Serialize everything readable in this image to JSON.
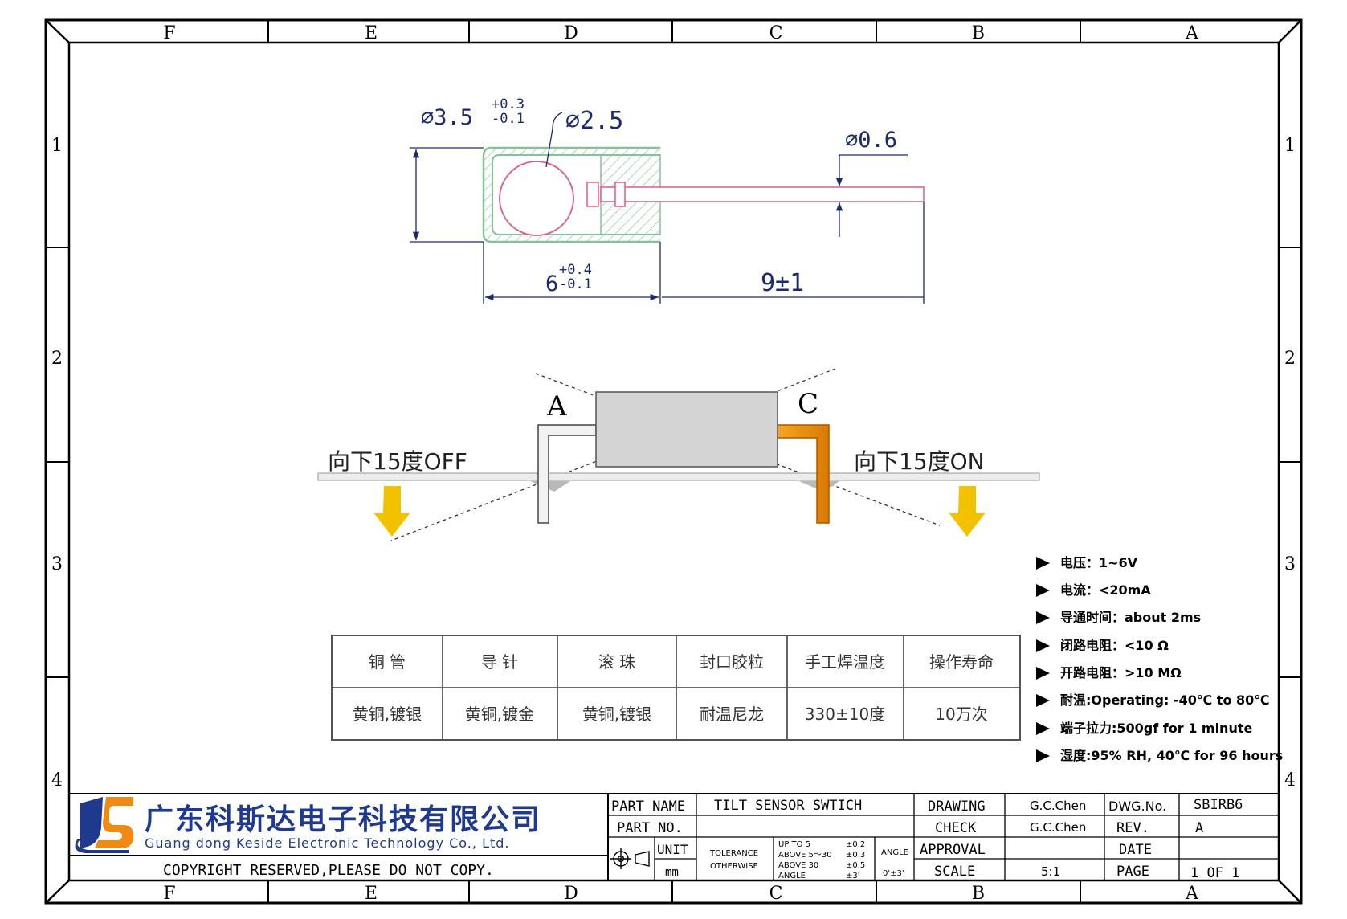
{
  "frame": {
    "columns_top": [
      "F",
      "E",
      "D",
      "C",
      "B",
      "A"
    ],
    "columns_bottom": [
      "F",
      "E",
      "D",
      "C",
      "B",
      "A"
    ],
    "rows_left": [
      "1",
      "2",
      "3",
      "4"
    ],
    "rows_right": [
      "1",
      "2",
      "3",
      "4"
    ]
  },
  "dimensions": {
    "outer_dia": "∅3.5",
    "outer_tol_plus": "+0.3",
    "outer_tol_minus": "-0.1",
    "ball_dia": "∅2.5",
    "pin_dia": "∅0.6",
    "body_len": "6",
    "body_tol_plus": "+0.4",
    "body_tol_minus": "-0.1",
    "pin_len": "9±1"
  },
  "tilt": {
    "label_a": "A",
    "label_c": "C",
    "off_text": "向下15度OFF",
    "on_text": "向下15度ON"
  },
  "specs": [
    "电压：1~6V",
    "电流：<20mA",
    "导通时间：about 2ms",
    "闭路电阻：<10 Ω",
    "开路电阻：>10 MΩ",
    "耐温:Operating: -40℃ to 80℃",
    "端子拉力:500gf for 1 minute",
    "湿度:95% RH, 40℃ for 96 hours"
  ],
  "materials": {
    "headers": [
      "铜 管",
      "导 针",
      "滚 珠",
      "封口胶粒",
      "手工焊温度",
      "操作寿命"
    ],
    "values": [
      "黄铜,镀银",
      "黄铜,镀金",
      "黄铜,镀银",
      "耐温尼龙",
      "330±10度",
      "10万次"
    ]
  },
  "title_block": {
    "company_cn": "广东科斯达电子科技有限公司",
    "company_en": "Guang dong Keside  Electronic Technology Co., Ltd.",
    "copyright": "COPYRIGHT RESERVED,PLEASE DO NOT COPY.",
    "part_name_label": "PART NAME",
    "part_name": "TILT SENSOR SWTICH",
    "part_no_label": "PART NO.",
    "unit_label": "UNIT",
    "unit_value": "mm",
    "tolerance_label_1": "TOLERANCE",
    "tolerance_label_2": "OTHERWISE",
    "tol_rows": [
      {
        "range": "UP TO 5",
        "value": "±0.2"
      },
      {
        "range": "ABOVE 5～30",
        "value": "±0.3"
      },
      {
        "range": "ABOVE 30",
        "value": "±0.5"
      },
      {
        "range": "ANGLE",
        "value": "±3'"
      }
    ],
    "angle_label": "ANGLE",
    "angle_value": "0'±3'",
    "drawing_label": "DRAWING",
    "drawing_by": "G.C.Chen",
    "check_label": "CHECK",
    "check_by": "G.C.Chen",
    "approval_label": "APPROVAL",
    "scale_label": "SCALE",
    "scale_value": "5:1",
    "dwg_no_label": "DWG.No.",
    "dwg_no": "SBIRB6",
    "rev_label": "REV.",
    "rev": "A",
    "date_label": "DATE",
    "page_label": "PAGE",
    "page_value": "1 OF 1"
  },
  "colors": {
    "hatch": "#88c098",
    "ball": "#e05a8a",
    "arrow_yellow": "#f2c200",
    "pin_orange": "#e8900a",
    "logo_blue": "#1f3a8c",
    "logo_orange": "#f08a12"
  }
}
